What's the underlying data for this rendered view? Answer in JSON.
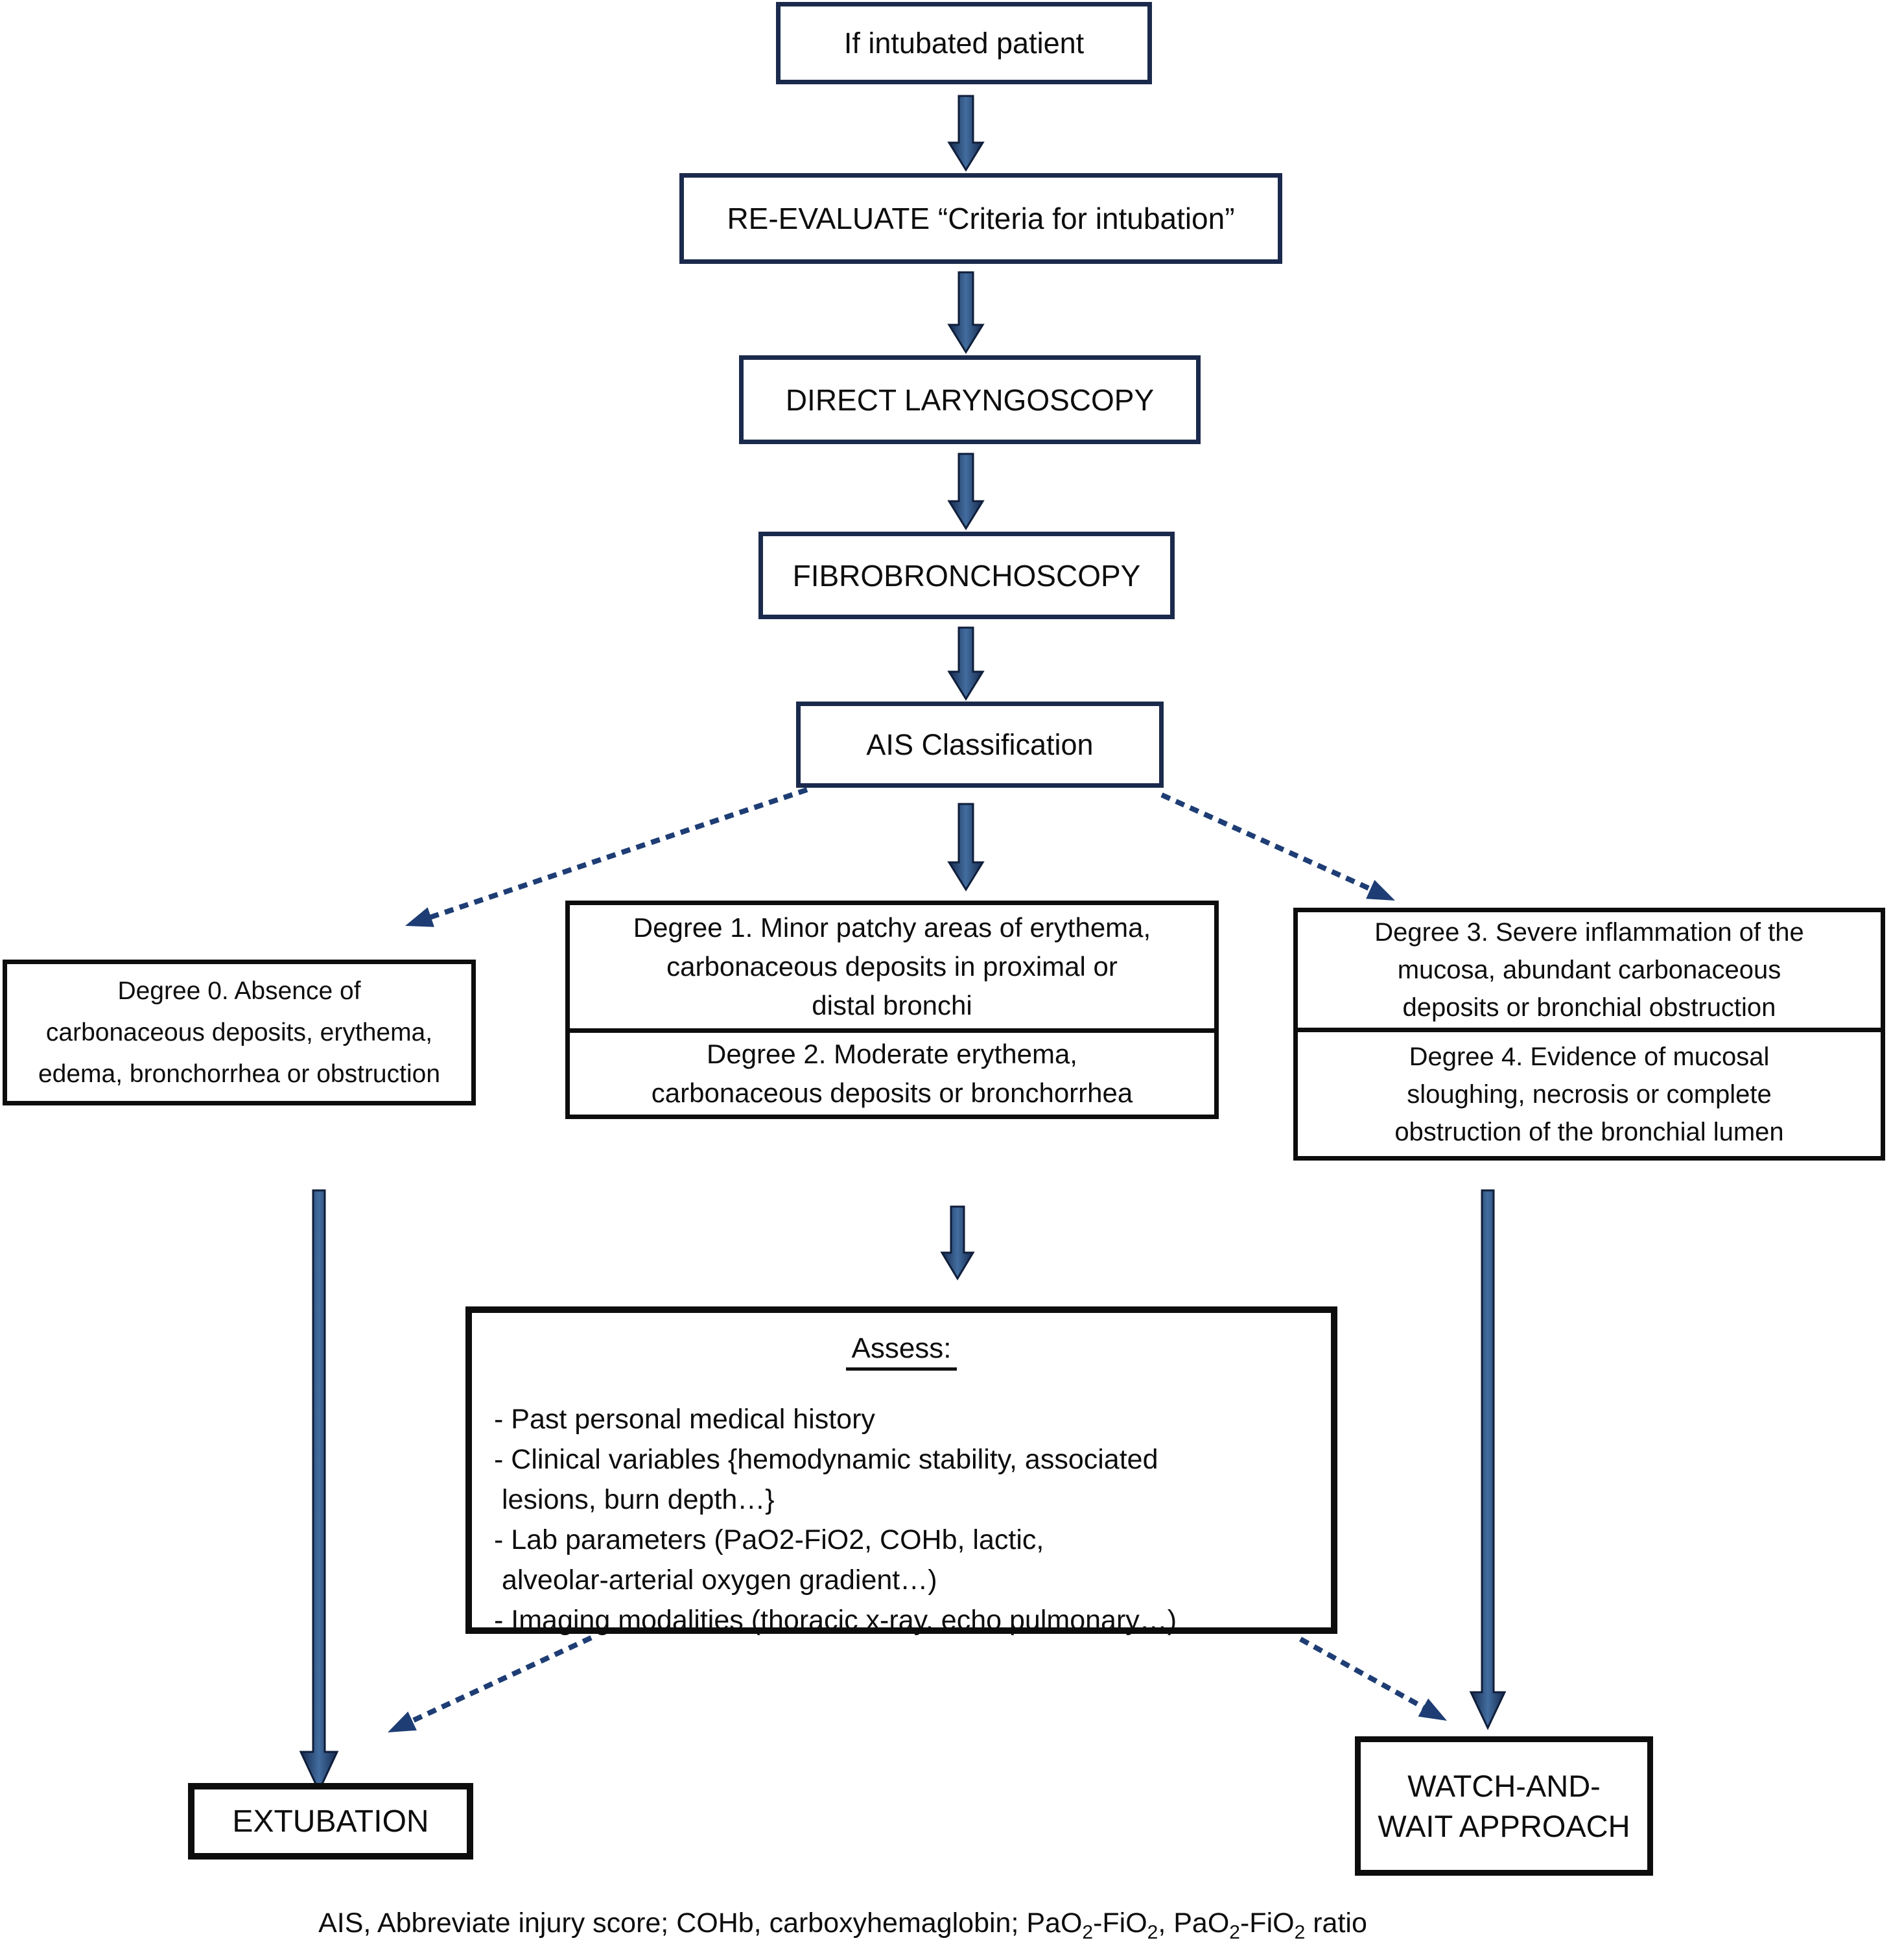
{
  "colors": {
    "navy_border": "#1b2a4c",
    "arrow_blue": "#3c659a",
    "arrow_dark_edge": "#16294e",
    "dashed_arrow": "#1e3d74",
    "black_border": "#0d0d0d"
  },
  "chain": {
    "if_intubated": "If intubated patient",
    "reevaluate": "RE-EVALUATE “Criteria for intubation”",
    "laryngoscopy": "DIRECT LARYNGOSCOPY",
    "fibrobronchoscopy": "FIBROBRONCHOSCOPY",
    "ais": "AIS Classification"
  },
  "degree0": {
    "lines": [
      "Degree 0. Absence of",
      "carbonaceous deposits, erythema,",
      "edema, bronchorrhea or obstruction"
    ]
  },
  "degree1": {
    "lines": [
      "Degree 1. Minor patchy areas of erythema,",
      "carbonaceous deposits in proximal or",
      "distal bronchi"
    ]
  },
  "degree2": {
    "lines": [
      "Degree 2. Moderate erythema,",
      "carbonaceous deposits or bronchorrhea"
    ]
  },
  "degree3": {
    "lines": [
      "Degree 3. Severe inflammation of the",
      "mucosa, abundant carbonaceous",
      "deposits or bronchial obstruction"
    ]
  },
  "degree4": {
    "lines": [
      "Degree 4. Evidence of mucosal",
      "sloughing, necrosis or complete",
      "obstruction of the bronchial lumen"
    ]
  },
  "assess": {
    "title": "Assess:",
    "lines": [
      "- Past personal medical history",
      "- Clinical variables {hemodynamic stability, associated",
      " lesions, burn depth…}",
      "- Lab parameters (PaO2-FiO2, COHb, lactic,",
      " alveolar-arterial oxygen gradient…)",
      "- Imaging modalities (thoracic x-ray, echo pulmonary…)"
    ]
  },
  "extubation": {
    "label": "EXTUBATION"
  },
  "watch_wait": {
    "lines": [
      "WATCH-AND-",
      "WAIT APPROACH"
    ]
  },
  "footer": {
    "segments": [
      {
        "t": "AIS, Abbreviate injury score; COHb, carboxyhemaglobin; PaO"
      },
      {
        "t": "2"
      },
      {
        "t": "-FiO"
      },
      {
        "t": "2"
      },
      {
        "t": ", PaO"
      },
      {
        "t": "2"
      },
      {
        "t": "-FiO"
      },
      {
        "t": "2"
      },
      {
        "t": " ratio"
      }
    ]
  }
}
